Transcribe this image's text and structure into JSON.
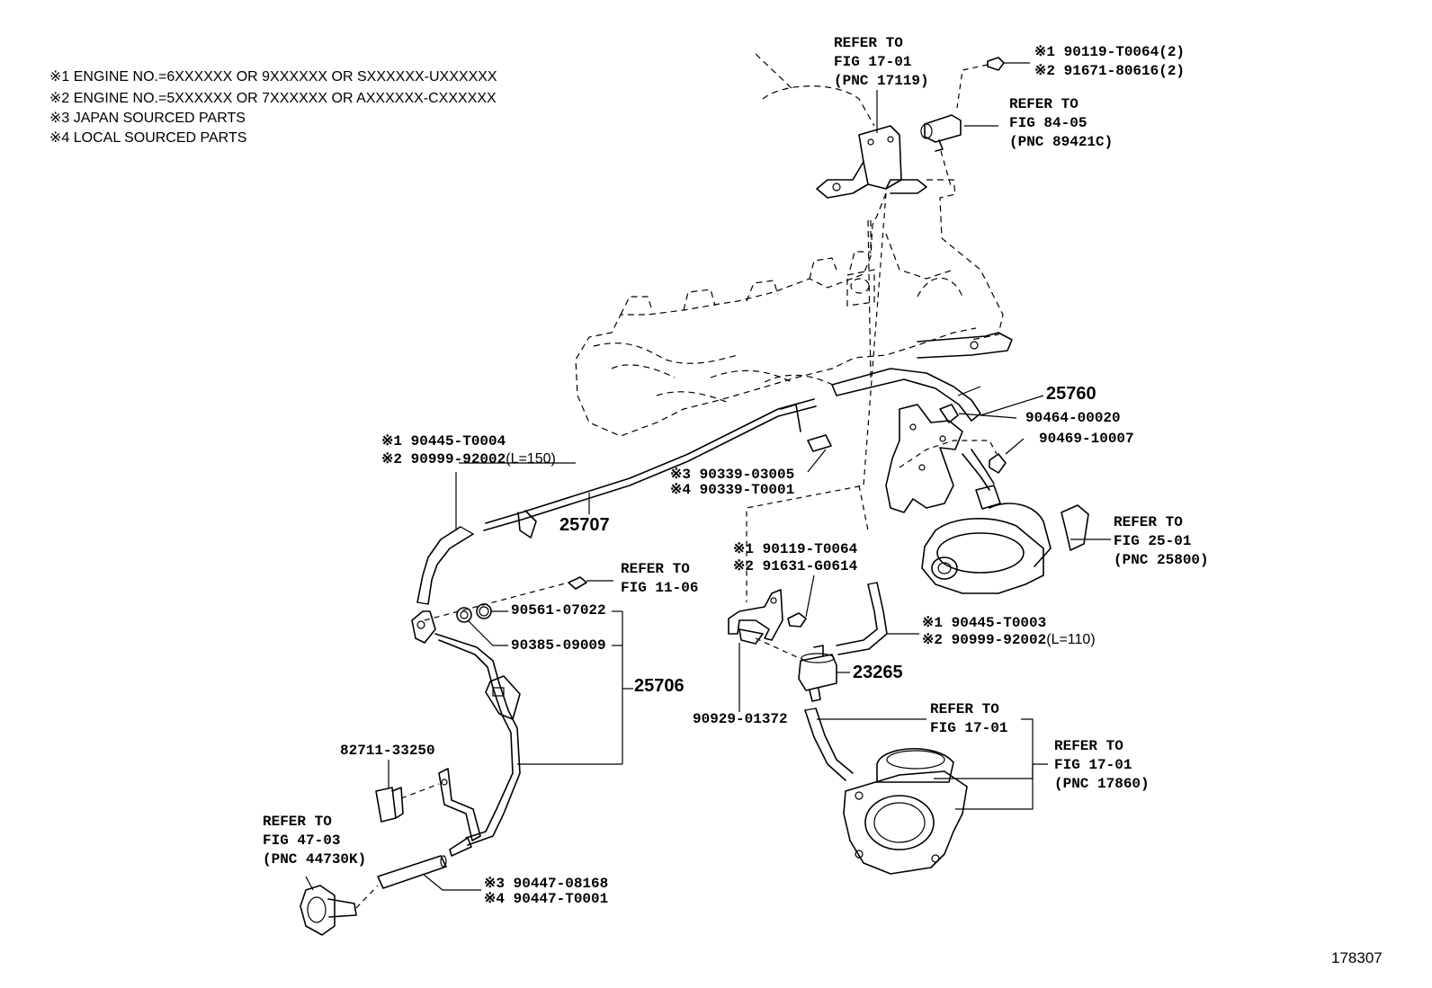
{
  "notes": [
    "※1 ENGINE NO.=6XXXXXX OR 9XXXXXX OR SXXXXXX-UXXXXXX",
    "※2 ENGINE NO.=5XXXXXX OR 7XXXXXX OR AXXXXXX-CXXXXXX",
    "※3 JAPAN SOURCED PARTS",
    "※4 LOCAL SOURCED PARTS"
  ],
  "refs": {
    "fig17_01_pnc17119": [
      "REFER TO",
      "FIG 17-01",
      "(PNC 17119)"
    ],
    "fig84_05": [
      "REFER TO",
      "FIG 84-05",
      "(PNC 89421C)"
    ],
    "fig25_01": [
      "REFER TO",
      "FIG 25-01",
      "(PNC 25800)"
    ],
    "fig11_06": [
      "REFER TO",
      "FIG 11-06"
    ],
    "fig17_01_a": [
      "REFER TO",
      "FIG 17-01"
    ],
    "fig17_01_pnc17860": [
      "REFER TO",
      "FIG 17-01",
      "(PNC 17860)"
    ],
    "fig47_03": [
      "REFER TO",
      "FIG 47-03",
      "(PNC 44730K)"
    ]
  },
  "parts": {
    "bolt_top_1": "※1 90119-T0064(2)",
    "bolt_top_2": "※2 91671-80616(2)",
    "p25760": "25760",
    "p90464": "90464-00020",
    "p90469": "90469-10007",
    "hose_a_1": "※1 90445-T0004",
    "hose_a_2": "※2 90999-92002",
    "hose_a_len": "(L=150)",
    "hose_b_3": "※3 90339-03005",
    "hose_b_4": "※4 90339-T0001",
    "p25707": "25707",
    "bolt_mid_1": "※1 90119-T0064",
    "bolt_mid_2": "※2 91631-G0614",
    "p90561": "90561-07022",
    "p90385": "90385-09009",
    "p25706": "25706",
    "hose_c_1": "※1 90445-T0003",
    "hose_c_2": "※2 90999-92002",
    "hose_c_len": "(L=110)",
    "p23265": "23265",
    "p90929": "90929-01372",
    "p82711": "82711-33250",
    "hose_d_3": "※3 90447-08168",
    "hose_d_4": "※4 90447-T0001"
  },
  "figure_number": "178307"
}
